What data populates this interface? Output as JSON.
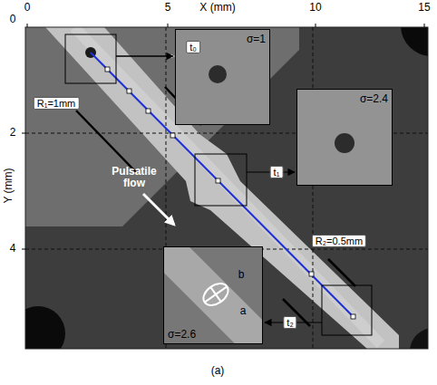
{
  "diagram": {
    "caption": "(a)",
    "nodes": [
      {
        "text": [
          "σ=1"
        ]
      },
      {
        "text": [
          "σ=2.4"
        ]
      },
      {
        "text": [
          "σ=2.6"
        ]
      }
    ],
    "labels": [
      "X (mm)",
      "0",
      "5",
      "10",
      "15",
      "Y (mm)",
      "0",
      "2",
      "4",
      "t₀",
      "t₁",
      "t₂",
      "R₁=1mm",
      "R₂=0.5mm",
      "Pulsatile flow",
      "b",
      "a"
    ]
  }
}
